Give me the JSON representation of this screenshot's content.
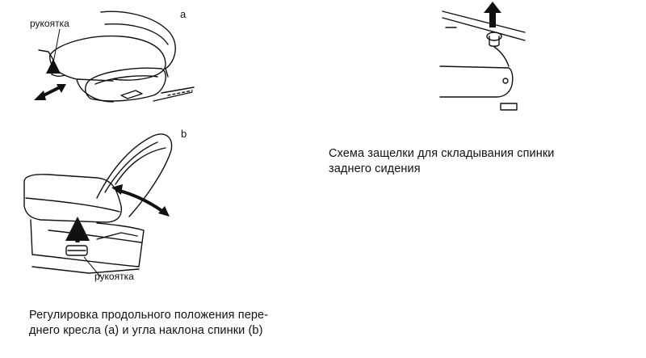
{
  "figure_a": {
    "label": "a",
    "handle_label": "рукоятка"
  },
  "figure_b": {
    "label": "b",
    "handle_label": "рукоятка"
  },
  "left_caption": {
    "line1": "Регулировка продольного положения пере-",
    "line2": "днего кресла (a) и угла наклона спинки (b)"
  },
  "right_caption": {
    "line1": "Схема защелки для складывания спинки",
    "line2": "заднего сидения"
  }
}
